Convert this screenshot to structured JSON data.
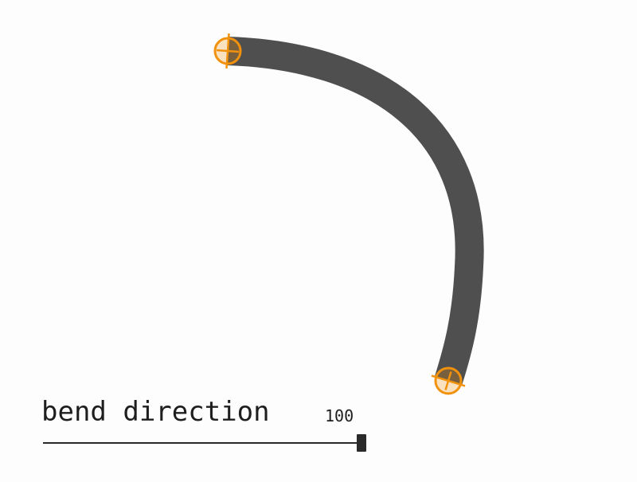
{
  "control": {
    "label": "bend direction",
    "value_text": "100",
    "value": 100,
    "min": 0,
    "max": 100
  },
  "colors": {
    "background": "#fdfdfd",
    "curve": "#4f4f4f",
    "handle_accent": "#f2920c",
    "text": "#1e1e1e"
  },
  "icons": {
    "start_handle": "crosshair-circle-icon",
    "end_handle": "crosshair-circle-icon"
  }
}
